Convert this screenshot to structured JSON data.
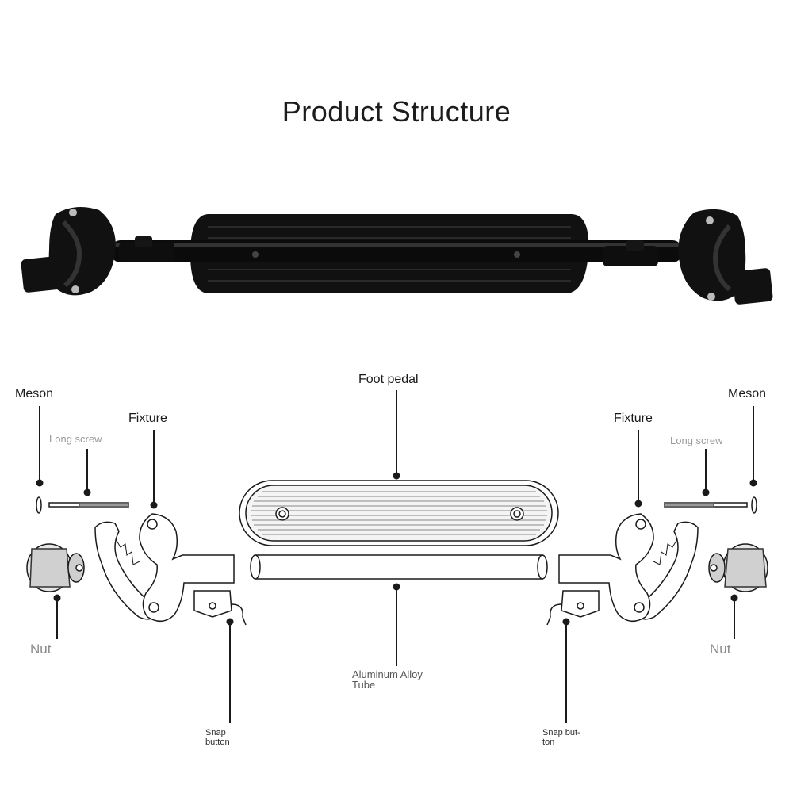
{
  "title": "Product Structure",
  "labels": {
    "meson_left": "Meson",
    "meson_right": "Meson",
    "long_screw_left": "Long screw",
    "long_screw_right": "Long screw",
    "fixture_left": "Fixture",
    "fixture_right": "Fixture",
    "foot_pedal": "Foot pedal",
    "nut_left": "Nut",
    "nut_right": "Nut",
    "aluminum_tube_line1": "Aluminum Alloy",
    "aluminum_tube_line2": "Tube",
    "snap_left_line1": "Snap",
    "snap_left_line2": "button",
    "snap_right_line1": "Snap but-",
    "snap_right_line2": "ton"
  },
  "colors": {
    "product_black": "#0d0d0d",
    "line_dark": "#1a1a1a",
    "label_gray": "#9a9a9a"
  }
}
